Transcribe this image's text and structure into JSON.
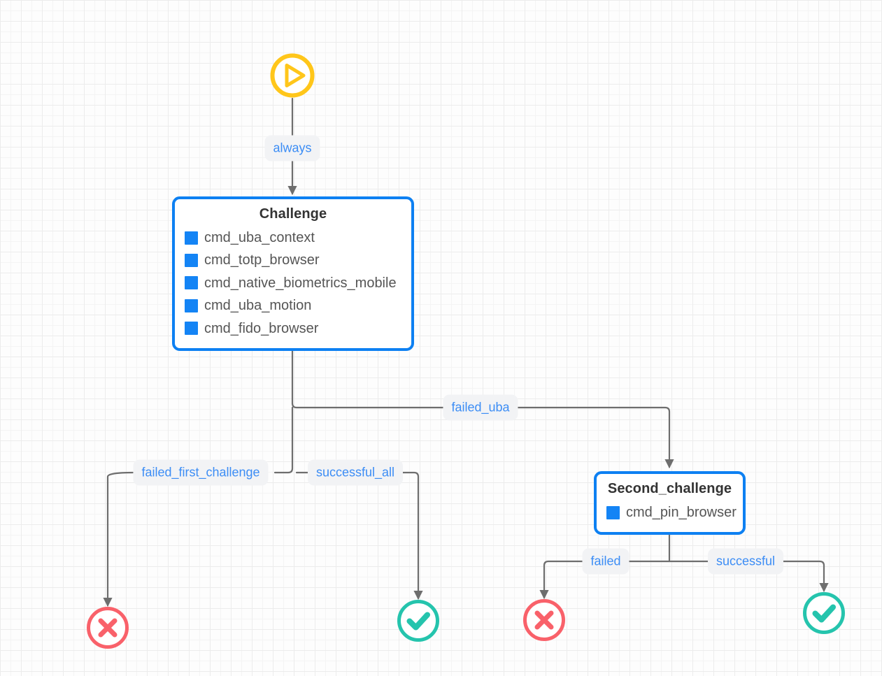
{
  "diagram": {
    "title": "Authentication challenge policy flow",
    "colors": {
      "node_border": "#0d80f2",
      "swatch": "#1484f5",
      "start": "#ffc61a",
      "failure": "#f9616a",
      "success": "#25c4ad",
      "edge": "#6e6e6e",
      "label_text": "#3c8df5",
      "label_bg": "#f2f3f5",
      "grid": "#ececec"
    },
    "nodes": [
      {
        "id": "start",
        "type": "start",
        "icon": "play-circle-icon",
        "label": "Start"
      },
      {
        "id": "challenge",
        "type": "box",
        "title": "Challenge",
        "items": [
          "cmd_uba_context",
          "cmd_totp_browser",
          "cmd_native_biometrics_mobile",
          "cmd_uba_motion",
          "cmd_fido_browser"
        ]
      },
      {
        "id": "second_challenge",
        "type": "box",
        "title": "Second_challenge",
        "items": [
          "cmd_pin_browser"
        ]
      },
      {
        "id": "fail_first",
        "type": "terminal-failure",
        "icon": "x-circle-icon",
        "label": "Failure"
      },
      {
        "id": "success_all",
        "type": "terminal-success",
        "icon": "check-circle-icon",
        "label": "Success"
      },
      {
        "id": "fail_second",
        "type": "terminal-failure",
        "icon": "x-circle-icon",
        "label": "Failure"
      },
      {
        "id": "success_second",
        "type": "terminal-success",
        "icon": "check-circle-icon",
        "label": "Success"
      }
    ],
    "edges": [
      {
        "id": "e-always",
        "from": "start",
        "to": "challenge",
        "label": "always"
      },
      {
        "id": "e-failed-uba",
        "from": "challenge",
        "to": "second_challenge",
        "label": "failed_uba"
      },
      {
        "id": "e-failed-first",
        "from": "challenge",
        "to": "fail_first",
        "label": "failed_first_challenge"
      },
      {
        "id": "e-success-all",
        "from": "challenge",
        "to": "success_all",
        "label": "successful_all"
      },
      {
        "id": "e-failed",
        "from": "second_challenge",
        "to": "fail_second",
        "label": "failed"
      },
      {
        "id": "e-successful",
        "from": "second_challenge",
        "to": "success_second",
        "label": "successful"
      }
    ]
  }
}
